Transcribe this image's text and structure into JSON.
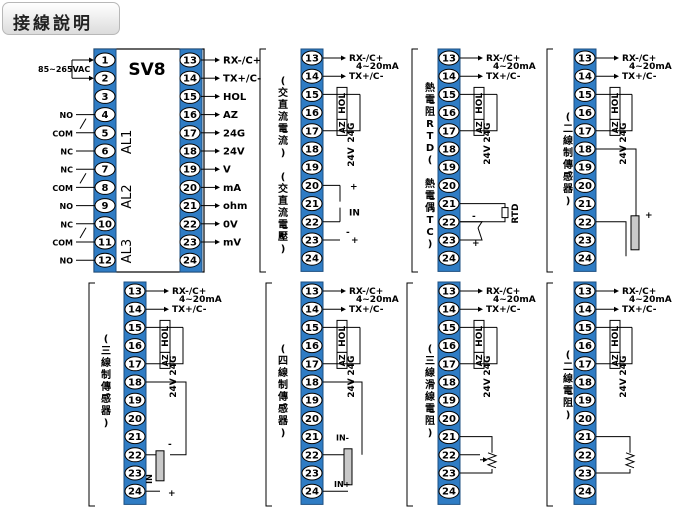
{
  "title": "接線說明",
  "main": {
    "model": "SV8",
    "power": "85~265VAC",
    "alarms": [
      "AL1",
      "AL2",
      "AL3"
    ],
    "left_pins": [
      1,
      2,
      3,
      4,
      5,
      6,
      7,
      8,
      9,
      10,
      11,
      12
    ],
    "left_contacts": {
      "4": "NO",
      "5": "COM",
      "6": "NC",
      "7": "NC",
      "8": "COM",
      "9": "NO",
      "10": "NC",
      "11": "COM",
      "12": "NO"
    },
    "right_pins": [
      13,
      14,
      15,
      16,
      17,
      18,
      19,
      20,
      21,
      22,
      23,
      24
    ],
    "right_labels": [
      "RX-/C+",
      "TX+/C-",
      "HOL",
      "AZ",
      "24G",
      "24V",
      "V",
      "mA",
      "ohm",
      "0V",
      "mV",
      ""
    ]
  },
  "common": {
    "rx": "RX-/C+",
    "tx": "TX+/C-",
    "current": "4~20mA",
    "hol": "HOL",
    "az": "AZ",
    "g24": "24G",
    "v24": "24V",
    "in": "IN",
    "in_minus": "IN-",
    "in_plus": "IN+",
    "rtd": "RTD",
    "plus": "+",
    "minus": "-"
  },
  "panels": [
    {
      "id": "ac-current-voltage",
      "caption": [
        "(",
        "交",
        "直",
        "流",
        "電",
        "流",
        ")",
        "",
        "(",
        "交",
        "直",
        "流",
        "電",
        "壓",
        ")"
      ]
    },
    {
      "id": "temperature",
      "caption": [
        "熱",
        "電",
        "阻",
        "R",
        "T",
        "D",
        "(",
        "",
        "熱",
        "電",
        "偶",
        "T",
        "C",
        ")"
      ]
    },
    {
      "id": "two-wire-sensor",
      "caption": [
        "(",
        "二",
        "線",
        "制",
        "傳",
        "感",
        "器",
        ")"
      ]
    },
    {
      "id": "three-wire-sensor",
      "caption": [
        "(",
        "三",
        "線",
        "制",
        "傳",
        "感",
        "器",
        ")"
      ]
    },
    {
      "id": "four-wire-sensor",
      "caption": [
        "(",
        "四",
        "線",
        "制",
        "傳",
        "感",
        "器",
        ")"
      ]
    },
    {
      "id": "three-wire-potentiometer",
      "caption": [
        "(",
        "三",
        "線",
        "滑",
        "線",
        "電",
        "阻",
        ")"
      ]
    },
    {
      "id": "two-wire-resistor",
      "caption": [
        "(",
        "二",
        "線",
        "電",
        "阻",
        ")"
      ]
    }
  ]
}
